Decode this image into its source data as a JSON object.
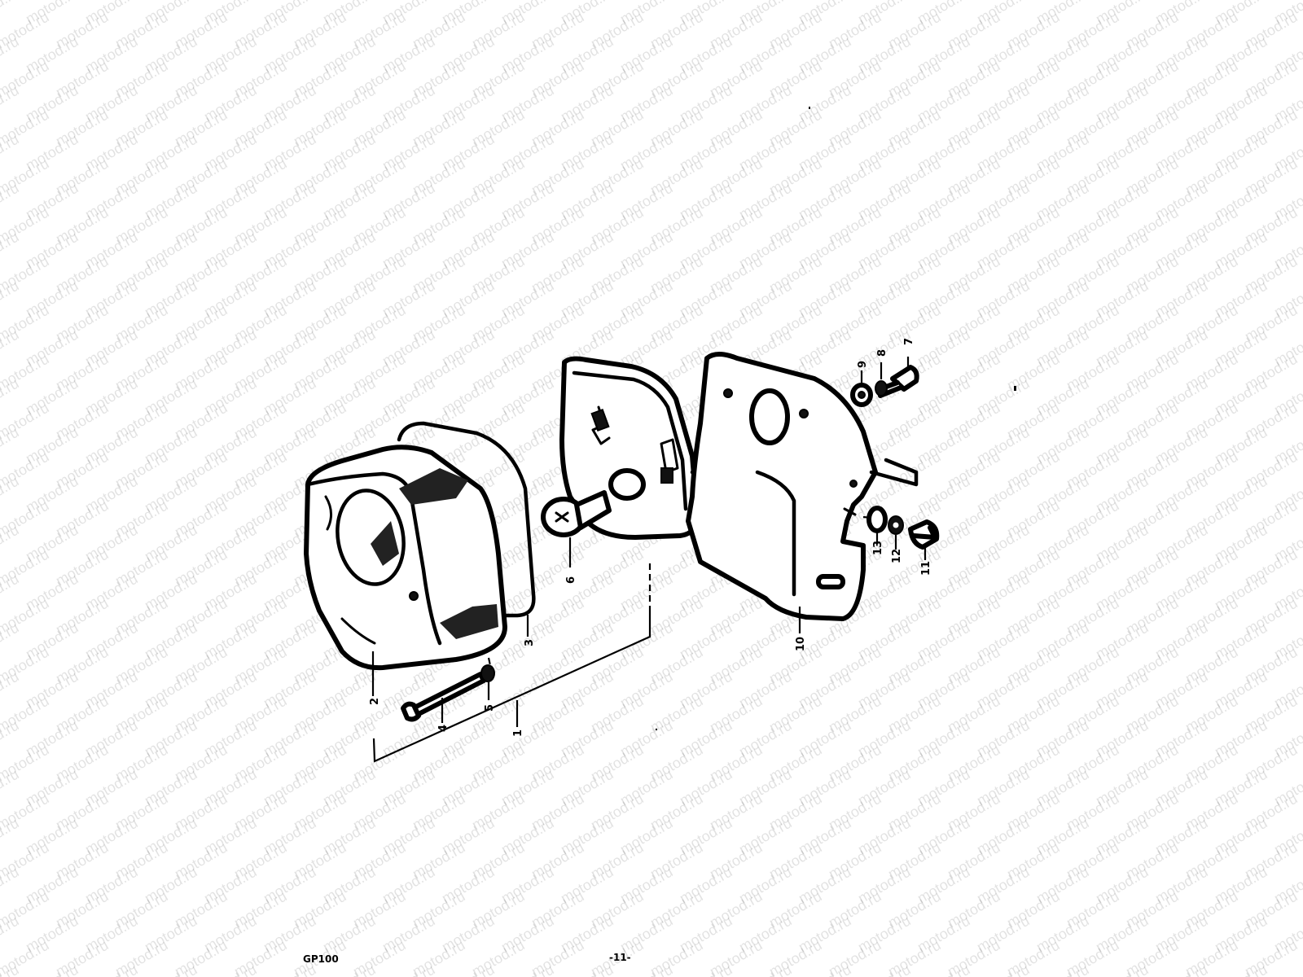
{
  "watermark": {
    "text": "motod.ru"
  },
  "diagram": {
    "callouts": {
      "c1": "1",
      "c2": "2",
      "c3": "3",
      "c4": "4",
      "c5": "5",
      "c6": "6",
      "c7": "7",
      "c8": "8",
      "c9": "9",
      "c10": "10",
      "c11": "11",
      "c12": "12",
      "c13": "13"
    }
  },
  "footer": {
    "model": "GP100",
    "page": "-11-"
  }
}
